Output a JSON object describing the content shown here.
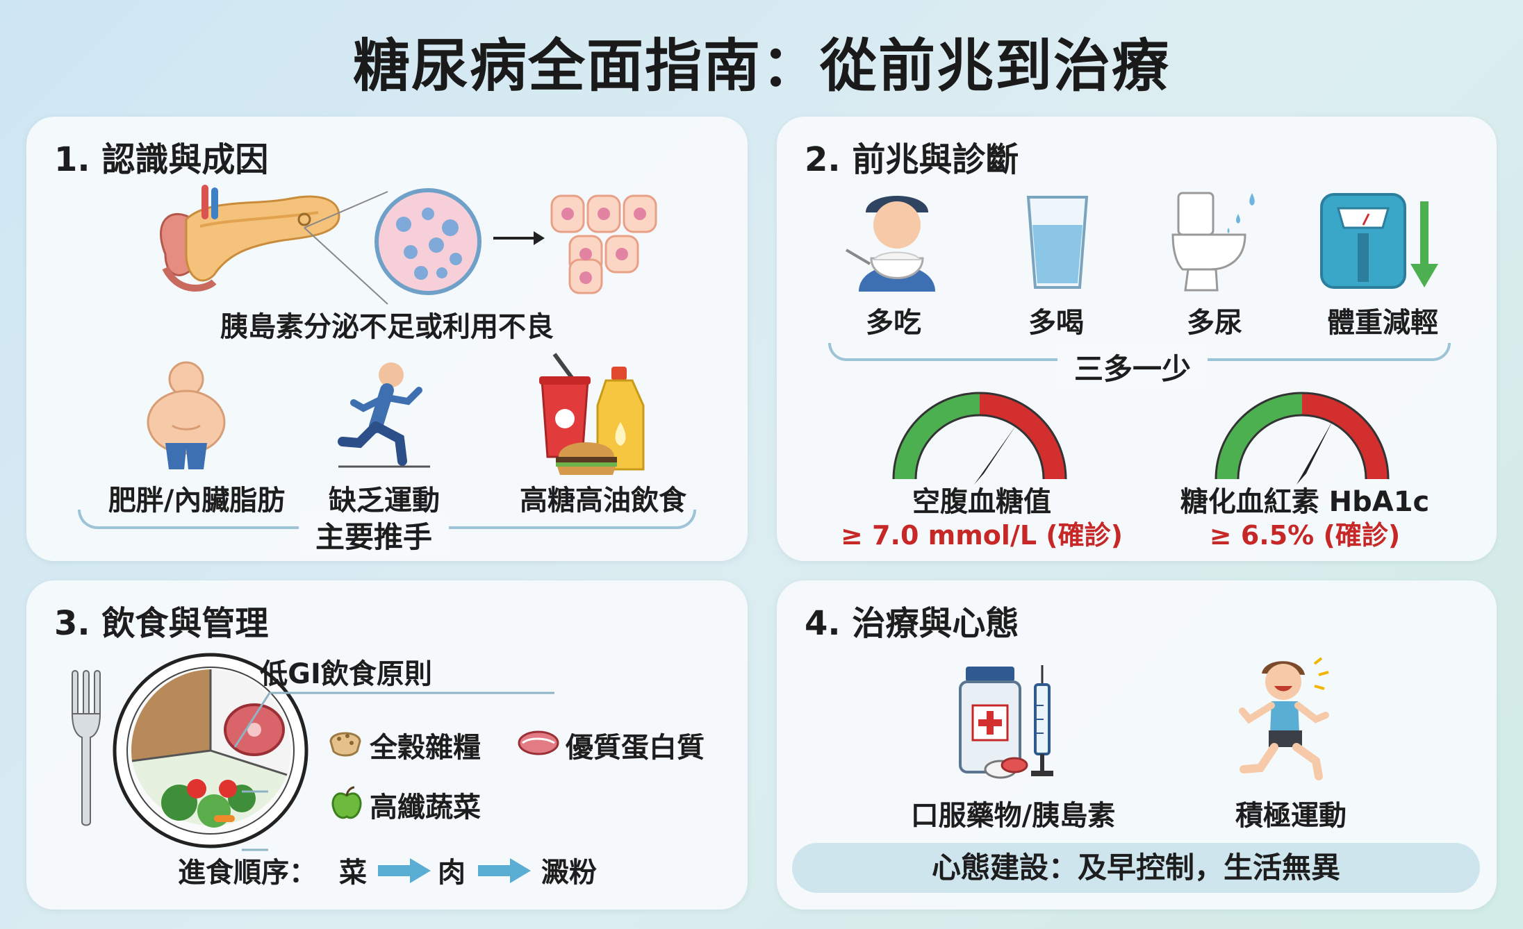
{
  "title": "糖尿病全面指南：從前兆到治療",
  "section1": {
    "title": "1. 認識與成因",
    "caption": "胰島素分泌不足或利用不良",
    "factors": [
      "肥胖/內臟脂肪",
      "缺乏運動",
      "高糖高油飲食"
    ],
    "bracket_label": "主要推手"
  },
  "section2": {
    "title": "2. 前兆與診斷",
    "symptoms": [
      "多吃",
      "多喝",
      "多尿",
      "體重減輕"
    ],
    "bracket_label": "三多一少",
    "gauges": [
      {
        "label": "空腹血糖值",
        "value": "≥ 7.0 mmol/L (確診)"
      },
      {
        "label": "糖化血紅素 HbA1c",
        "value": "≥ 6.5% (確診)"
      }
    ]
  },
  "section3": {
    "title": "3. 飲食與管理",
    "principle": "低GI飲食原則",
    "items": [
      "全穀雜糧",
      "優質蛋白質",
      "高纖蔬菜"
    ],
    "order_label": "進食順序：",
    "order": [
      "菜",
      "肉",
      "澱粉"
    ]
  },
  "section4": {
    "title": "4. 治療與心態",
    "items": [
      "口服藥物/胰島素",
      "積極運動"
    ],
    "banner": "心態建設：及早控制，生活無異"
  },
  "colors": {
    "accent_blue": "#5aaed3",
    "gauge_green": "#4caf50",
    "gauge_red": "#d32f2f",
    "diag_red": "#c62828"
  }
}
